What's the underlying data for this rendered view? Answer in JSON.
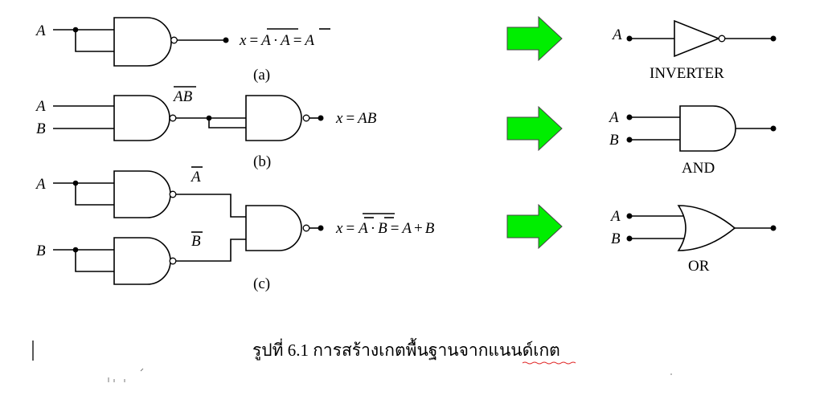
{
  "inputs": {
    "a": "A",
    "b": "B"
  },
  "eq_a": {
    "x": "x",
    "eq1": "=",
    "A1": "A",
    "dot": "·",
    "A2": "A",
    "eq2": "=",
    "A3": "A"
  },
  "eq_b": {
    "x": "x",
    "eq": "=",
    "A": "A",
    "B": "B"
  },
  "eq_c": {
    "x": "x",
    "eq1": "=",
    "A": "A",
    "dot": "·",
    "B": "B",
    "eq2": "=",
    "A2": "A",
    "plus": "+",
    "B2": "B"
  },
  "labels": {
    "a": "(a)",
    "b": "(b)",
    "c": "(c)",
    "ab_A": "A",
    "ab_B": "B",
    "abar": "A",
    "bbar": "B"
  },
  "right": {
    "inverter_label": "INVERTER",
    "and_label": "AND",
    "or_label": "OR"
  },
  "caption": "รูปที่ 6.1 การสร้างเกตพื้นฐานจากแนนด์เกต",
  "arrow_color": "#00ee00"
}
